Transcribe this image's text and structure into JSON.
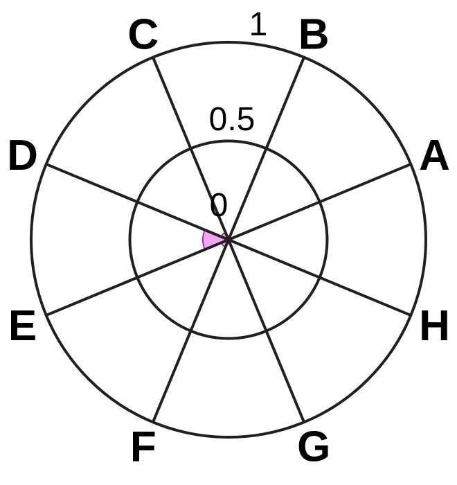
{
  "chart_data": {
    "type": "polar-bar",
    "categories": [
      "A",
      "B",
      "C",
      "D",
      "E",
      "F",
      "G",
      "H"
    ],
    "radial_ticks": [
      "0",
      "0.5",
      "1"
    ],
    "rlim": [
      0,
      1
    ],
    "series": [
      {
        "values": [
          0.0,
          0.0,
          0.0,
          0.04,
          0.13,
          0.04,
          0.0,
          0.0
        ],
        "color": "#ee82ee"
      }
    ],
    "wedge_fill": "#ee82ee",
    "wedge_stroke": "#9b009b",
    "wedge_opacity": 0.7,
    "grid": true,
    "legend": "none"
  }
}
